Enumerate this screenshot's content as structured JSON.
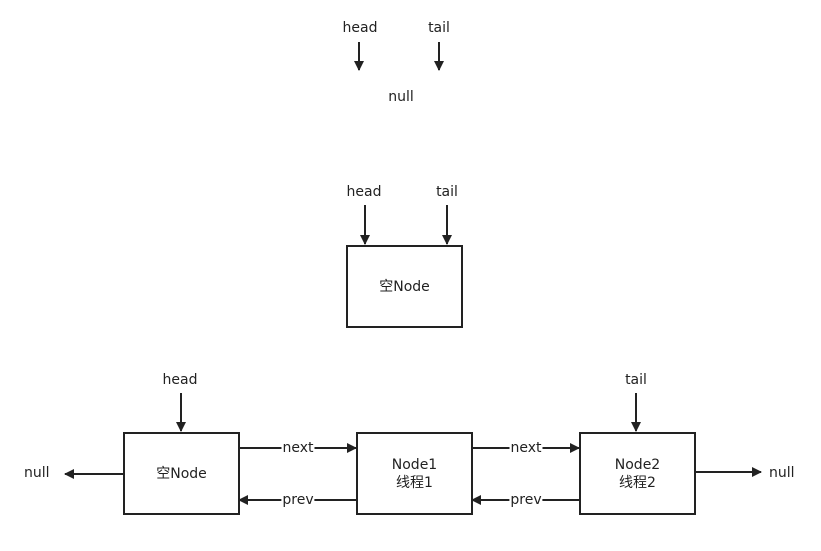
{
  "empty_state": {
    "head_label": "head",
    "tail_label": "tail",
    "null_label": "null"
  },
  "single_node_state": {
    "head_label": "head",
    "tail_label": "tail",
    "node_label": "空Node"
  },
  "multi_node_state": {
    "head_label": "head",
    "tail_label": "tail",
    "left_null_label": "null",
    "right_null_label": "null",
    "nodes": [
      {
        "line1": "空Node",
        "line2": ""
      },
      {
        "line1": "Node1",
        "line2": "线程1"
      },
      {
        "line1": "Node2",
        "line2": "线程2"
      }
    ],
    "edges": [
      {
        "label": "next"
      },
      {
        "label": "prev"
      },
      {
        "label": "next"
      },
      {
        "label": "prev"
      }
    ]
  },
  "colors": {
    "stroke": "#222222",
    "background": "#ffffff"
  }
}
